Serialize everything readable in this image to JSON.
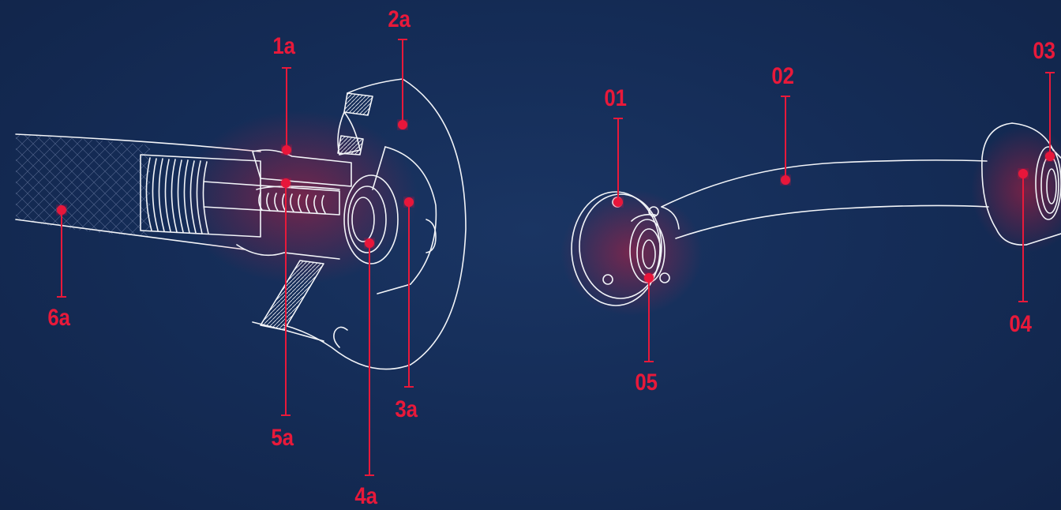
{
  "labels": {
    "l1a": "1a",
    "l2a": "2a",
    "l3a": "3a",
    "l4a": "4a",
    "l5a": "5a",
    "l6a": "6a",
    "l01": "01",
    "l02": "02",
    "l03": "03",
    "l04": "04",
    "l05": "05"
  },
  "colors": {
    "background": "#152d58",
    "accent": "#e8193a",
    "linework": "#f2f4f8"
  }
}
